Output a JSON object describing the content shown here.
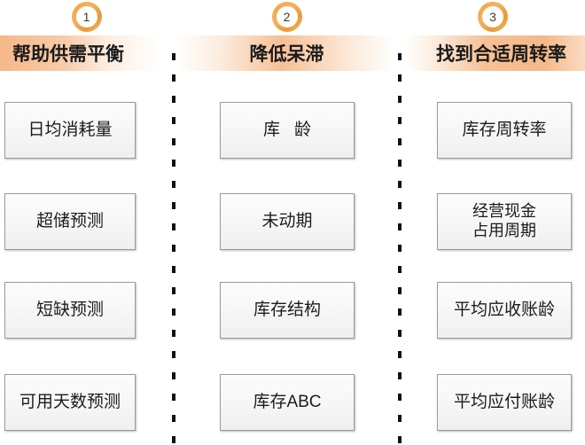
{
  "columns": [
    {
      "number": "1",
      "title": "帮助供需平衡",
      "items": [
        {
          "label": "日均消耗量"
        },
        {
          "label": "超储预测"
        },
        {
          "label": "短缺预测"
        },
        {
          "label": "可用天数预测"
        }
      ]
    },
    {
      "number": "2",
      "title": "降低呆滞",
      "items": [
        {
          "label": "库龄"
        },
        {
          "label": "未动期"
        },
        {
          "label": "库存结构"
        },
        {
          "label": "库存ABC"
        }
      ]
    },
    {
      "number": "3",
      "title": "找到合适周转率",
      "items": [
        {
          "label": "库存周转率"
        },
        {
          "label": "经营现金\n占用周期"
        },
        {
          "label": "平均应收账龄"
        },
        {
          "label": "平均应付账龄"
        }
      ]
    }
  ],
  "colors": {
    "accent_orange": "#f0a33f",
    "header_band": "#f4b27e",
    "box_border": "#9a9a9a",
    "box_fill": "#f5f5f5",
    "divider": "#111111",
    "text": "#1b1b1b"
  }
}
